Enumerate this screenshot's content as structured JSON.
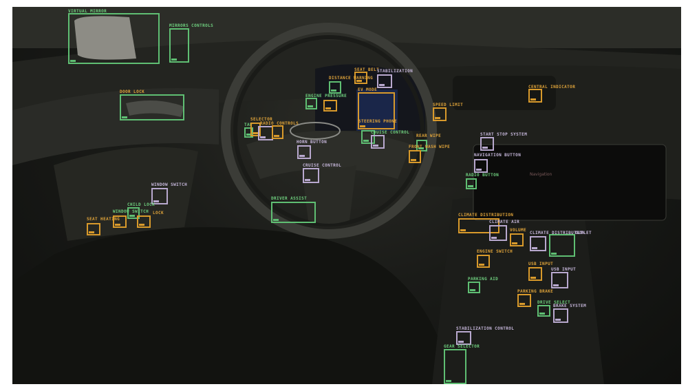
{
  "labels": {
    "virtual_mirror": "VIRTUAL MIRROR",
    "mirrors_controls": "MIRRORS CONTROLS",
    "door_lock": "DOOR LOCK",
    "seat_belt": "SEAT BELT",
    "stabilization": "STABILIZATION",
    "distance_warning": "DISTANCE WARNING",
    "ev_mode": "EV MODE",
    "engine_pressure": "ENGINE PRESSURE",
    "central_indicator": "CENTRAL INDICATOR",
    "speed_limit": "SPEED LIMIT",
    "selector": "SELECTOR",
    "tap": "TAP",
    "radio_controls": "RADIO CONTROLS",
    "steering_phone": "STEERING PHONE",
    "cruise_control_small": "CRUISE CONTROL",
    "rear_wipe": "REAR WIPE",
    "front_wash_wipe": "FRONT WASH WIPE",
    "start_stop_system": "START STOP SYSTEM",
    "horn_button": "HORN BUTTON",
    "navigation_button": "NAVIGATION BUTTON",
    "cruise_control": "CRUISE CONTROL",
    "radio_button": "RADIO BUTTON",
    "window_switch": "WINDOW SWITCH",
    "child_lock": "CHILD LOCK",
    "window_switch_2": "WINDOW SWITCH",
    "lock": "LOCK",
    "seat_heating": "SEAT HEATING",
    "driver_assist": "DRIVER ASSIST",
    "climate_distribution": "CLIMATE DISTRIBUTION",
    "climate_air": "CLIMATE AIR",
    "volume": "VOLUME",
    "climate_distribution_2": "CLIMATE DISTRIBUTION",
    "outlet": "OUTLET",
    "engine_switch": "ENGINE SWITCH",
    "usb_input": "USB INPUT",
    "usb_input_2": "USB INPUT",
    "parking_aid": "PARKING AID",
    "parking_brake": "PARKING BRAKE",
    "drive_select": "DRIVE SELECT",
    "brake_system": "BRAKE SYSTEM",
    "stabilization_control": "STABILIZATION CONTROL",
    "gear_selector": "GEAR SELECTOR"
  },
  "screen": {
    "navigation": "Navigation"
  },
  "colors": {
    "green": "#5fbf73",
    "orange": "#d99a2b",
    "purple": "#b9a9cf"
  }
}
